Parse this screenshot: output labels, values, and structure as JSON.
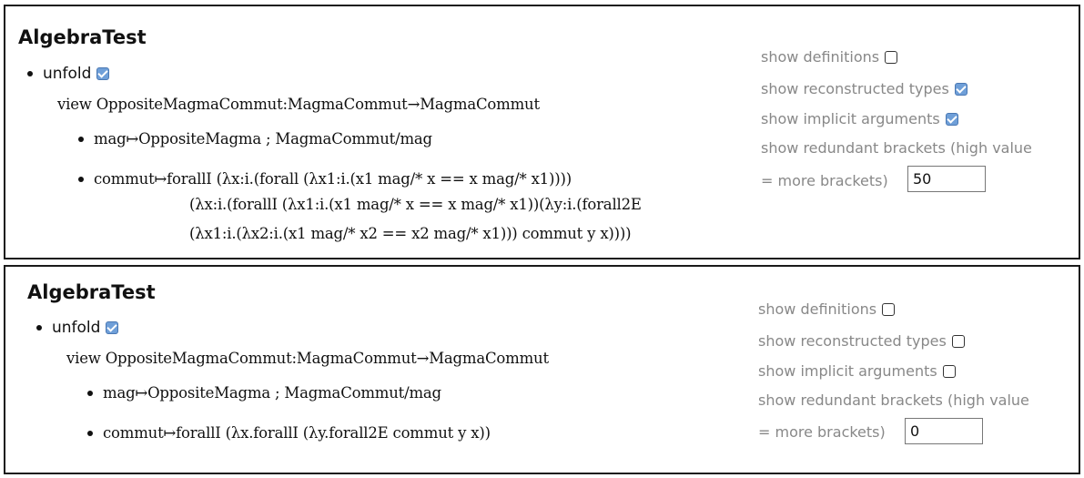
{
  "panels": [
    {
      "title": "AlgebraTest",
      "unfold_label": "unfold",
      "unfold_checked": true,
      "view_line": "view OppositeMagmaCommut:MagmaCommut→MagmaCommut",
      "mag_line": "mag↦OppositeMagma ; MagmaCommut/mag",
      "commut_line_1": "commut↦forallI (λx:i.(forall (λx1:i.(x1 mag/* x  ==  x mag/* x1))))",
      "commut_line_2": "(λx:i.(forallI (λx1:i.(x1 mag/* x  ==  x mag/* x1))(λy:i.(forall2E",
      "commut_line_3": "(λx1:i.(λx2:i.(x1 mag/* x2  ==  x2 mag/* x1))) commut y x))))",
      "options": {
        "show_definitions": "show definitions",
        "show_definitions_checked": false,
        "show_reconstructed_types": "show reconstructed types",
        "show_reconstructed_types_checked": true,
        "show_implicit_arguments": "show implicit arguments",
        "show_implicit_arguments_checked": true,
        "redundant_brackets_line1": "show redundant brackets (high value",
        "redundant_brackets_line2": "= more brackets)",
        "redundant_brackets_value": "50"
      }
    },
    {
      "title": "AlgebraTest",
      "unfold_label": "unfold",
      "unfold_checked": true,
      "view_line": "view OppositeMagmaCommut:MagmaCommut→MagmaCommut",
      "mag_line": "mag↦OppositeMagma ; MagmaCommut/mag",
      "commut_line_1": "commut↦forallI (λx.forallI (λy.forall2E  commut y x))",
      "options": {
        "show_definitions": "show definitions",
        "show_definitions_checked": false,
        "show_reconstructed_types": "show reconstructed types",
        "show_reconstructed_types_checked": false,
        "show_implicit_arguments": "show implicit arguments",
        "show_implicit_arguments_checked": false,
        "redundant_brackets_line1": "show redundant brackets (high value",
        "redundant_brackets_line2": "= more brackets)",
        "redundant_brackets_value": "0"
      }
    }
  ],
  "colors": {
    "checkbox_checked": "#6f9fd8",
    "option_text": "#888888",
    "border": "#1a1a1a"
  }
}
